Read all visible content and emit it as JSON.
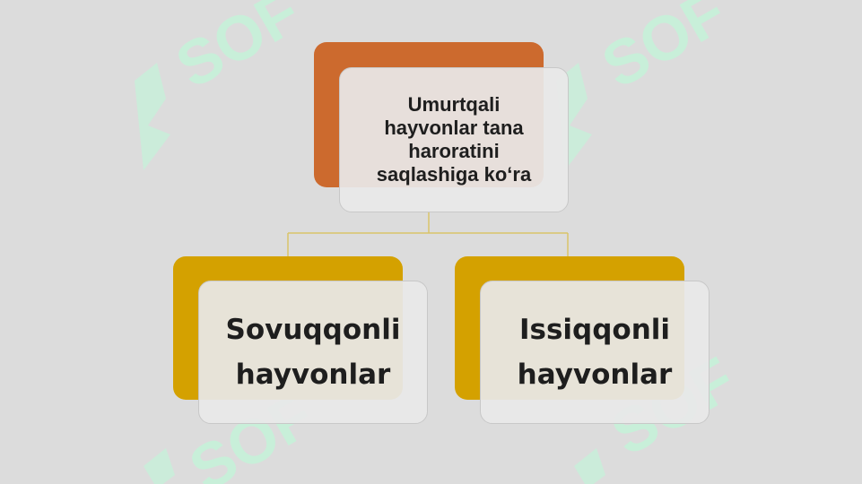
{
  "diagram": {
    "root": {
      "lines": [
        "Umurtqali",
        "hayvonlar tana",
        "haroratini",
        "saqlashiga ko‘ra"
      ],
      "accent": "#cc6a2e"
    },
    "children": [
      {
        "lines": [
          "Sovuqqonli",
          "hayvonlar"
        ],
        "accent": "#d4a100"
      },
      {
        "lines": [
          "Issiqqonli",
          "hayvonlar"
        ],
        "accent": "#d4a100"
      }
    ],
    "connector_color": "#d9c36a"
  },
  "watermark": {
    "text": "SOF",
    "color": "#c8efd9"
  }
}
